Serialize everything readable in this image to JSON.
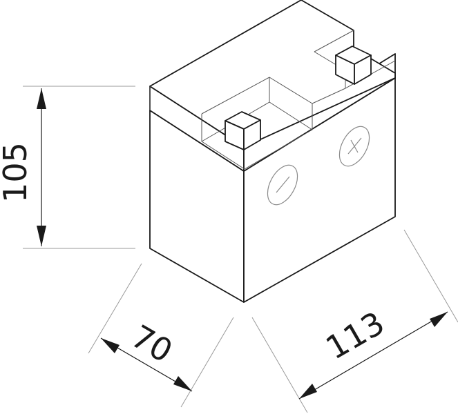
{
  "dimensions": {
    "height": "105",
    "width": "70",
    "length": "113"
  },
  "terminals": {
    "negative_icon": "minus-symbol",
    "positive_icon": "plus-symbol"
  }
}
